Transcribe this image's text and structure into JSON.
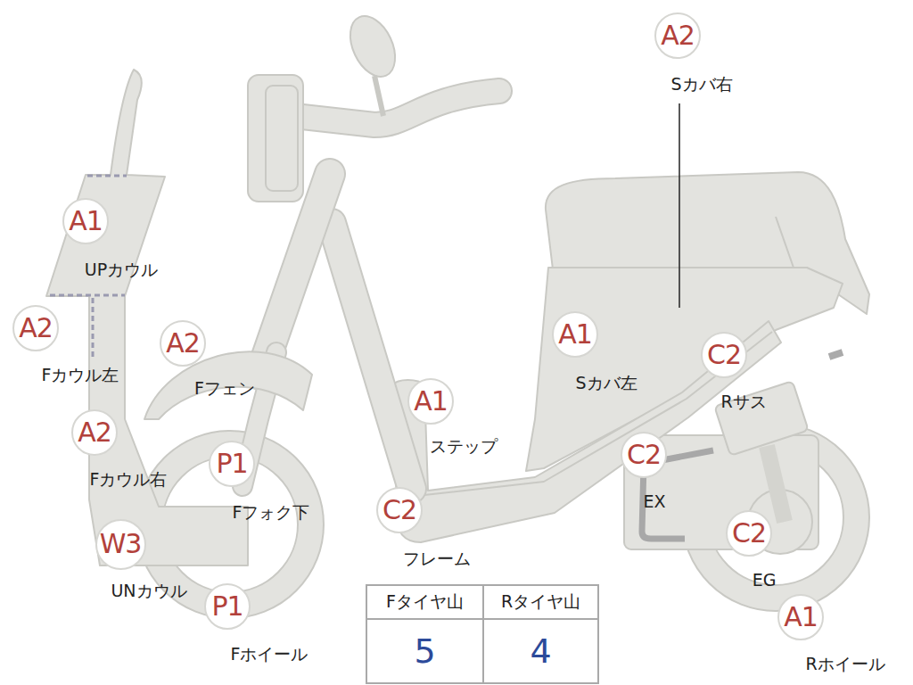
{
  "diagram": {
    "nodes": [
      {
        "text": [
          "A2",
          "Sカバ右"
        ]
      },
      {
        "text": [
          "A1",
          "UPカウル"
        ]
      },
      {
        "text": [
          "A2",
          "Fカウル左"
        ]
      },
      {
        "text": [
          "A2",
          "Fフェン"
        ]
      },
      {
        "text": [
          "A1",
          "Sカバ左"
        ]
      },
      {
        "text": [
          "C2",
          "Rサス"
        ]
      },
      {
        "text": [
          "A1",
          "ステップ"
        ]
      },
      {
        "text": [
          "A2",
          "Fカウル右"
        ]
      },
      {
        "text": [
          "P1",
          "Fフォク下"
        ]
      },
      {
        "text": [
          "C2",
          "EX"
        ]
      },
      {
        "text": [
          "C2",
          "フレーム"
        ]
      },
      {
        "text": [
          "W3",
          "UNカウル"
        ]
      },
      {
        "text": [
          "C2",
          "EG"
        ]
      },
      {
        "text": [
          "P1",
          "Fホイール"
        ]
      },
      {
        "text": [
          "A1",
          "Rホイール"
        ]
      }
    ],
    "labels": [
      "Fタイヤ山",
      "Rタイヤ山",
      "5",
      "4"
    ]
  }
}
